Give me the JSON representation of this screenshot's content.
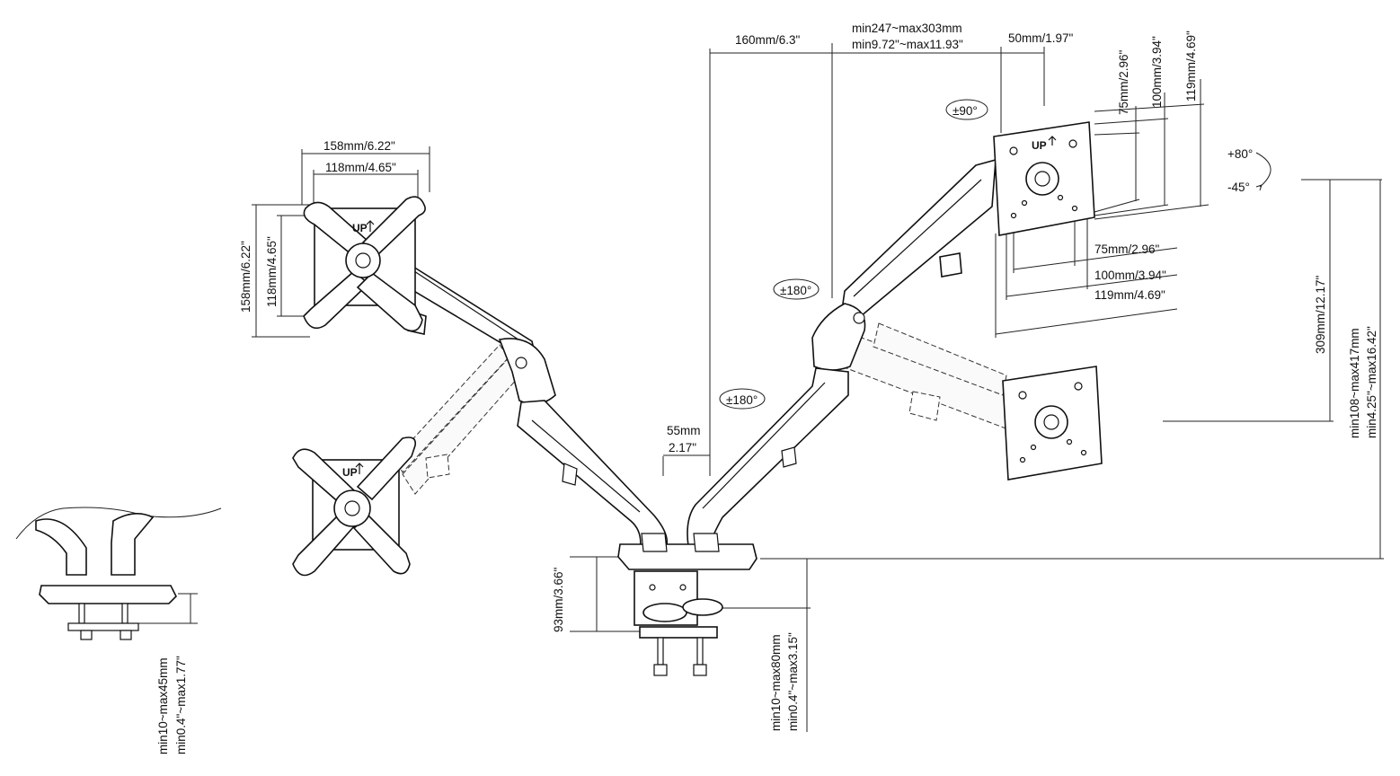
{
  "drawing": {
    "left_vesa": {
      "outer_h": "158mm/6.22\"",
      "inner_h": "118mm/4.65\"",
      "outer_v": "158mm/6.22\"",
      "inner_v": "118mm/4.65\"",
      "up_mark": "UP"
    },
    "top_span": {
      "reach_a": "160mm/6.3\"",
      "reach_b_mm": "min247~max303mm",
      "reach_b_in": "min9.72\"~max11.93\"",
      "offset": "50mm/1.97\""
    },
    "right_vesa": {
      "v75": "75mm/2.96\"",
      "v100": "100mm/3.94\"",
      "v119": "119mm/4.69\"",
      "h75": "75mm/2.96\"",
      "h100": "100mm/3.94\"",
      "h119": "119mm/4.69\"",
      "up_mark": "UP"
    },
    "rotation": {
      "rotate": "±90°",
      "tilt_up": "+80°",
      "tilt_down": "-45°",
      "swivel_top": "±180°",
      "swivel_mid": "±180°"
    },
    "heights": {
      "arm_height": "309mm/12.17\"",
      "range_mm": "min108~max417mm",
      "range_in": "min4.25\"~max16.42\""
    },
    "base": {
      "post_offset_mm": "55mm",
      "post_offset_in": "2.17\"",
      "clamp_height": "93mm/3.66\"",
      "clamp_range_mm": "min10~max80mm",
      "clamp_range_in": "min0.4\"~max3.15\""
    },
    "inset": {
      "clamp_range_mm": "min10~max45mm",
      "clamp_range_in": "min0.4\"~max1.77\""
    }
  }
}
